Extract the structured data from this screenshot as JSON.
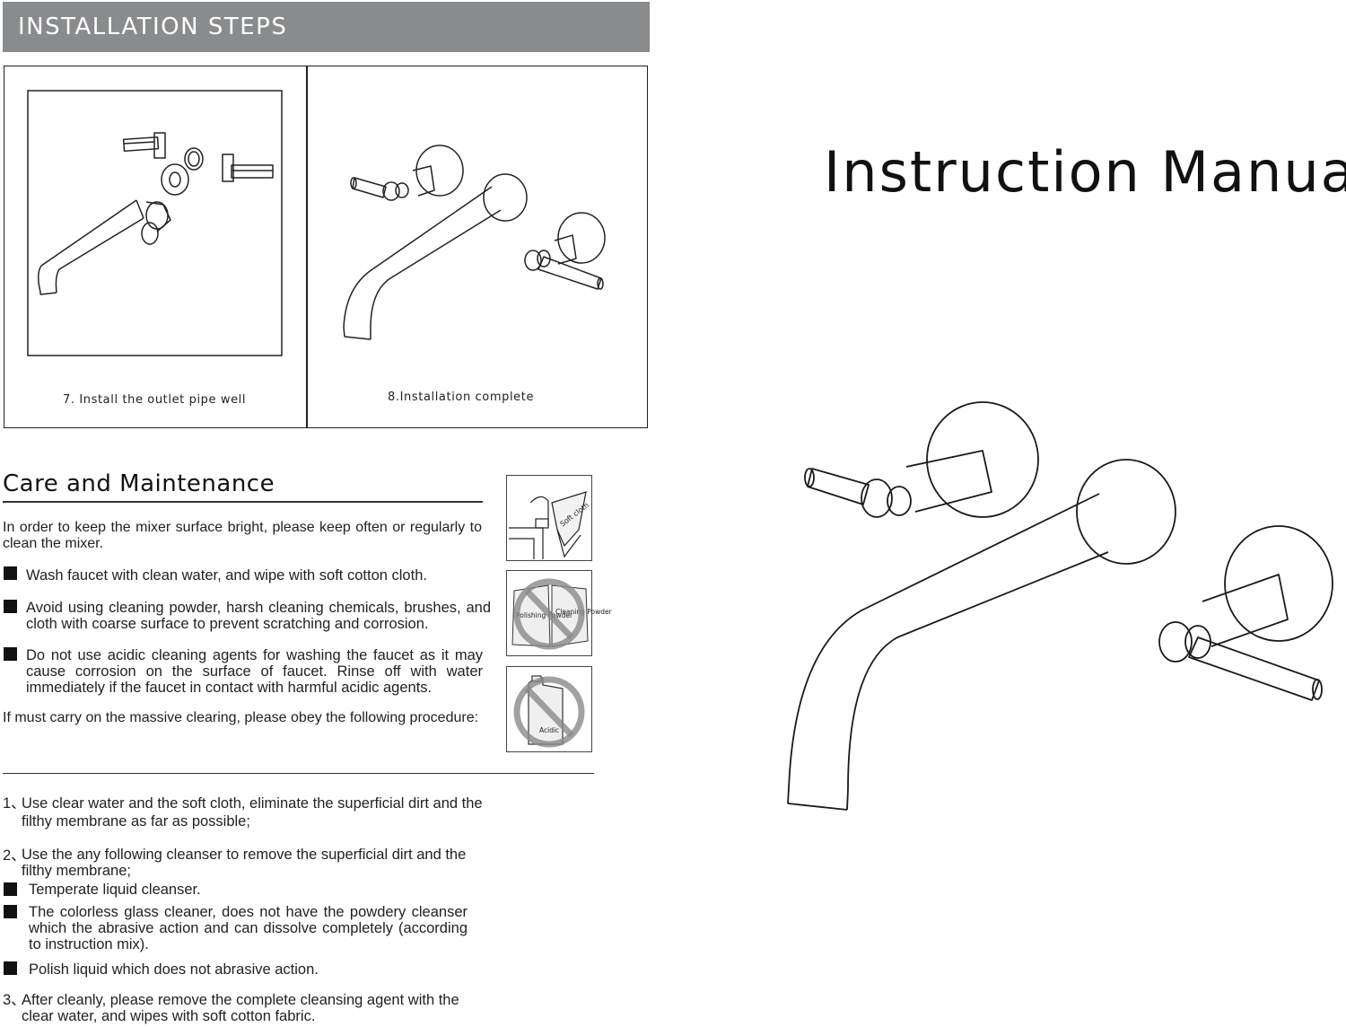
{
  "header": {
    "title": "INSTALLATION STEPS"
  },
  "steps": [
    {
      "caption": "7. Install the outlet pipe well"
    },
    {
      "caption": "8.Installation complete"
    }
  ],
  "manual_title": "Instruction Manual",
  "care": {
    "title": "Care and Maintenance",
    "intro": "In order to keep the mixer surface bright, please keep often or regularly to clean the mixer.",
    "bullets": [
      "Wash faucet with clean water, and wipe with soft cotton cloth.",
      "Avoid using cleaning powder, harsh cleaning chemicals, brushes, and cloth with coarse surface to prevent scratching and corrosion.",
      "Do not use acidic cleaning agents for washing the faucet as it may cause corrosion on the surface of faucet. Rinse off with water immediately if the faucet in contact with harmful acidic agents."
    ],
    "outro": "If must carry on the massive clearing, please obey the following procedure:"
  },
  "icons": {
    "soft_cloth": "Soft cloth",
    "polishing": "Polishing Powder",
    "cleaning": "Cleaning Powder",
    "acidic": "Acidic"
  },
  "procedure": {
    "step1_num": "1、",
    "step1": "Use clear water and the soft cloth, eliminate the superficial dirt and the filthy membrane as far as possible;",
    "step2_num": "2、",
    "step2": "Use the any following cleanser to remove the superficial dirt and the filthy membrane;",
    "sub_bullets": [
      "Temperate liquid cleanser.",
      "The colorless glass cleaner, does not have the powdery cleanser which the abrasive action and can dissolve completely (according to instruction mix).",
      "Polish liquid which does not abrasive action."
    ],
    "step3_num": "3、",
    "step3": "After cleanly, please remove the complete cleansing agent with the clear water, and wipes with soft cotton fabric."
  }
}
